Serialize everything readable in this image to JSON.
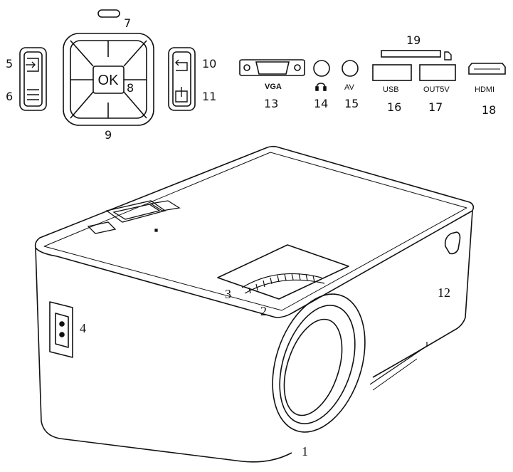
{
  "control_panel": {
    "ok_label": "OK",
    "callouts": {
      "n5": "5",
      "n6": "6",
      "n7": "7",
      "n8": "8",
      "n9": "9",
      "n10": "10",
      "n11": "11"
    }
  },
  "ports": {
    "vga_label": "VGA",
    "av_label": "AV",
    "usb_label": "USB",
    "out5v_label": "OUT5V",
    "hdmi_label": "HDMI",
    "callouts": {
      "n13": "13",
      "n14": "14",
      "n15": "15",
      "n16": "16",
      "n17": "17",
      "n18": "18",
      "n19": "19"
    }
  },
  "projector": {
    "callouts": {
      "n1": "1",
      "n2": "2",
      "n3": "3",
      "n4": "4",
      "n12": "12"
    }
  },
  "icons": {
    "input": "input-icon",
    "menu": "menu-icon",
    "back": "return-icon",
    "power": "power-icon",
    "headphone": "headphone-icon",
    "sd_card": "sd-card-icon"
  },
  "colors": {
    "line": "#111111",
    "background": "#ffffff"
  }
}
